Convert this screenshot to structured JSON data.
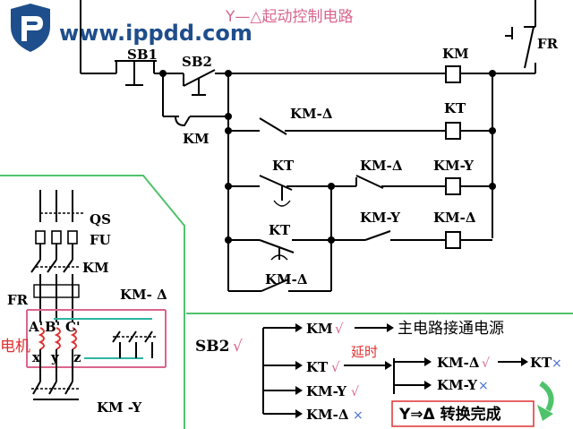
{
  "watermark": {
    "text": "www.ippdd.com",
    "logo_icon": "shield-logo-icon"
  },
  "title": "Y—△起动控制电路",
  "control": {
    "sb1": "SB1",
    "sb2": "SB2",
    "km_hold": "KM",
    "fr": "FR",
    "km_delta_nc": "KM-Δ",
    "kt_nc": "KT",
    "km_delta_nc2": "KM-Δ",
    "kt_no": "KT",
    "km_y_nc": "KM-Y",
    "km_delta_no": "KM-Δ",
    "coil_km": "KM",
    "coil_kt": "KT",
    "coil_kmy": "KM-Y",
    "coil_kmd": "KM-Δ"
  },
  "main": {
    "qs": "QS",
    "fu": "FU",
    "km": "KM",
    "fr": "FR",
    "km_delta": "KM- Δ",
    "motor": "电机",
    "a": "A'",
    "b": "B'",
    "c": "C'",
    "x": "x",
    "y": "y",
    "z": "z",
    "km_y": "KM -Y"
  },
  "sequence": {
    "sb2": "SB2",
    "check": "√",
    "step1_km": "KM",
    "step1_text": "主电路接通电源",
    "delay": "延时",
    "step2_kt": "KT",
    "step3_kmd": "KM-Δ",
    "step3_kt": "KT",
    "cross": "×",
    "step4_kmy": "KM-Y",
    "step5_kmy": "KM-Y",
    "step6_kmd": "KM-Δ",
    "result": "Y⇒Δ 转换完成"
  },
  "colors": {
    "pink": "#d9668c",
    "green": "#4fc36b",
    "blue": "#4a70d8",
    "red": "#e03030",
    "teal": "#2cb5a0"
  }
}
